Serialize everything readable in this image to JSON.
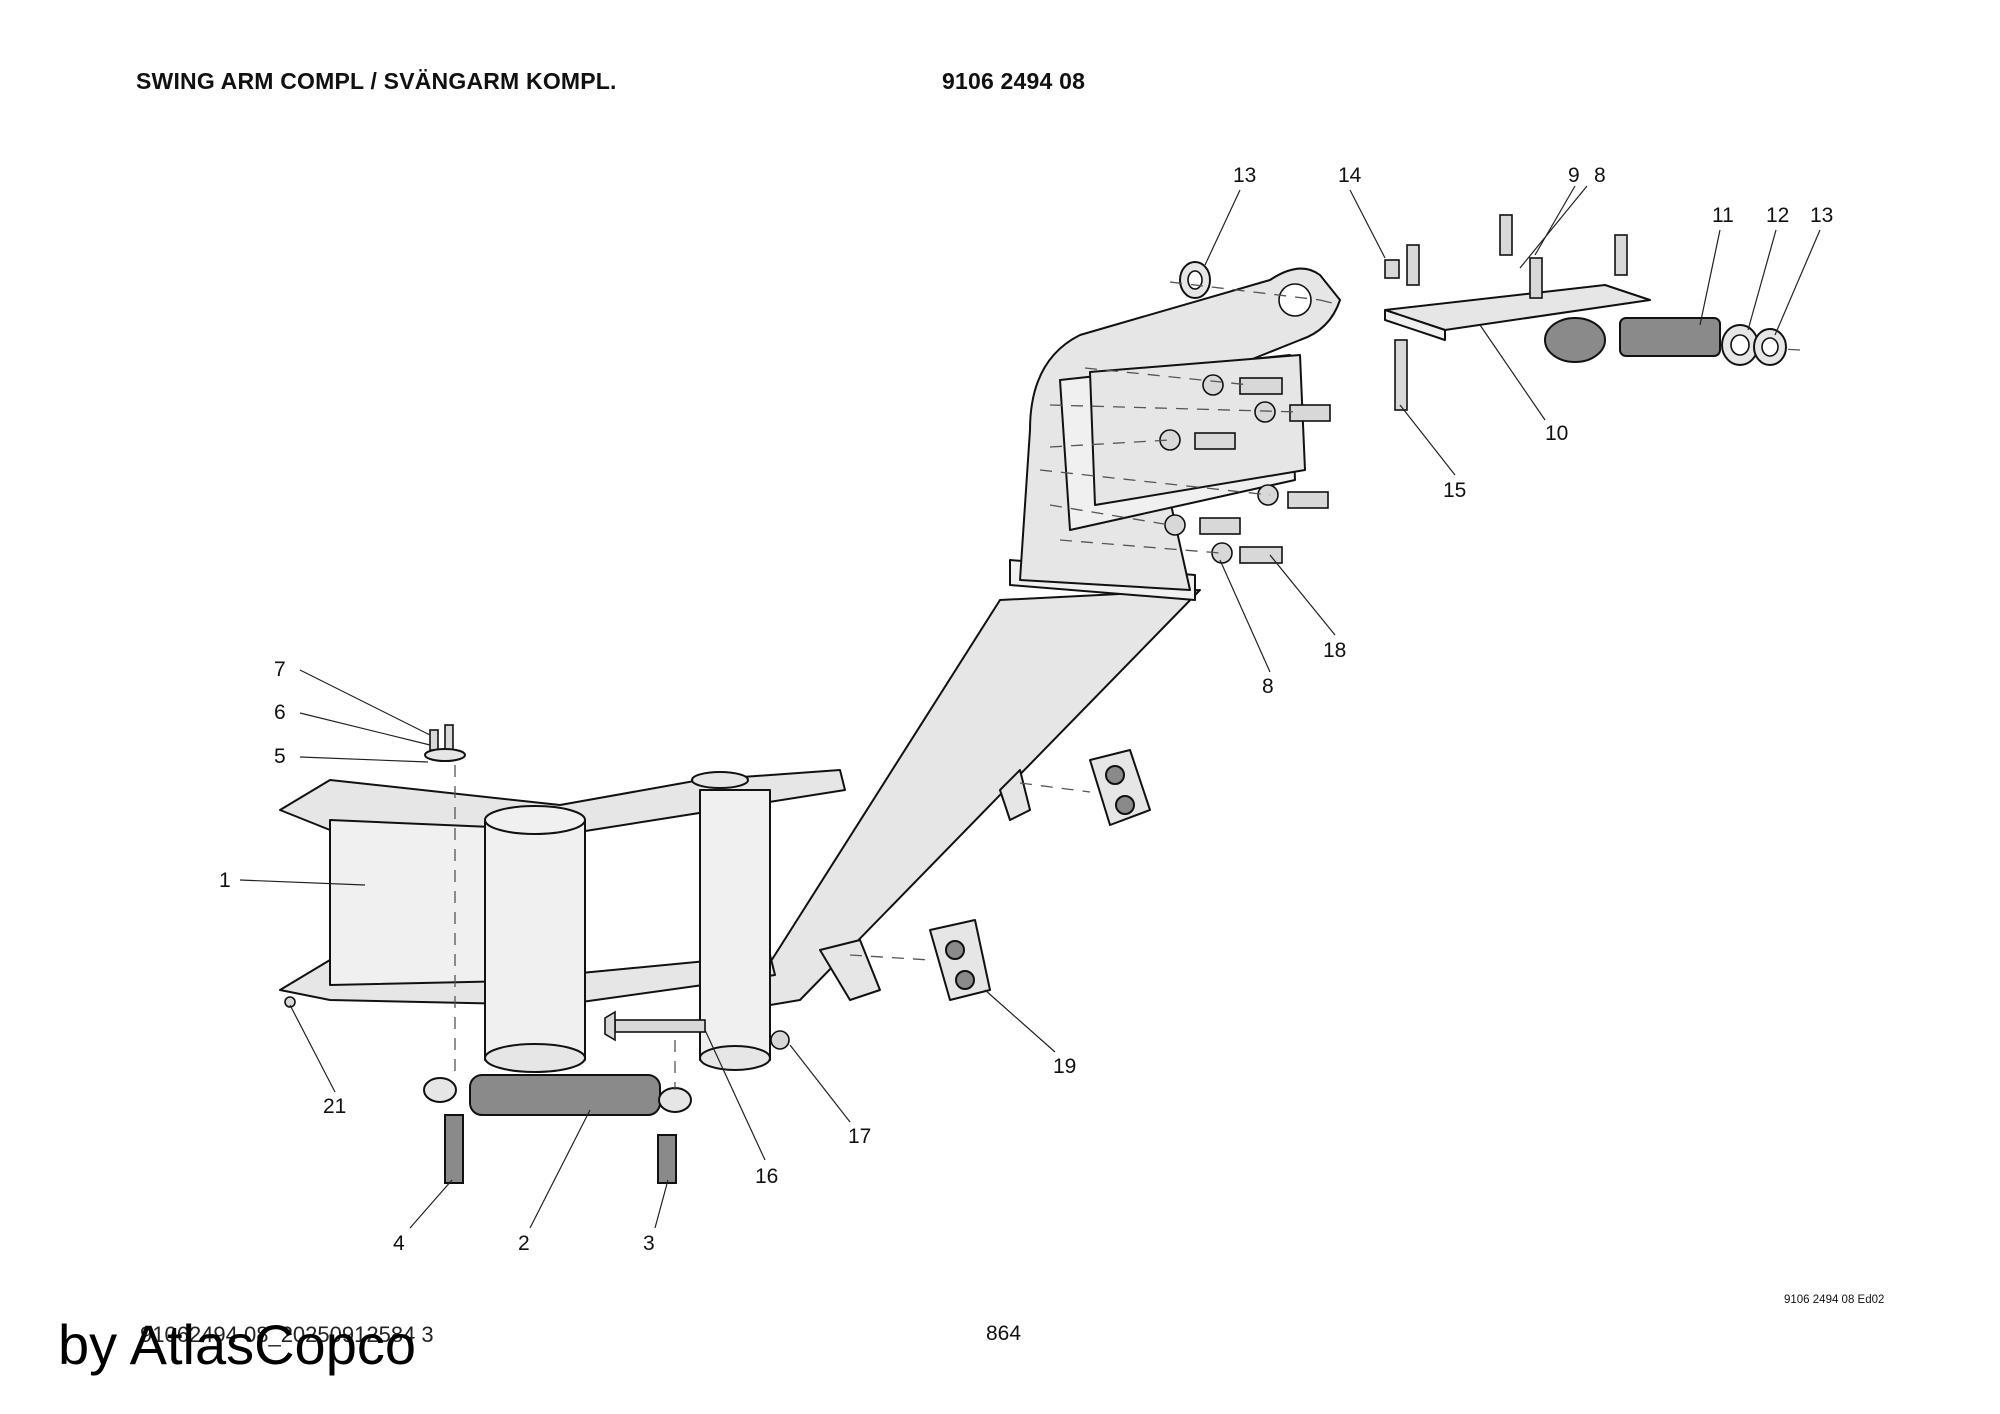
{
  "header": {
    "title": "SWING ARM COMPL / SVÄNGARM KOMPL.",
    "part_number": "9106 2494 08"
  },
  "footer": {
    "drawing_ref": "9106 2494 08 Ed02",
    "file_id": "91062494 08_20250912584 3",
    "page": "864",
    "watermark": "by AtlasCopco"
  },
  "callouts": [
    "13",
    "14",
    "9",
    "8",
    "11",
    "12",
    "13",
    "10",
    "15",
    "18",
    "8",
    "7",
    "6",
    "5",
    "1",
    "21",
    "19",
    "17",
    "16",
    "2",
    "3",
    "4"
  ]
}
